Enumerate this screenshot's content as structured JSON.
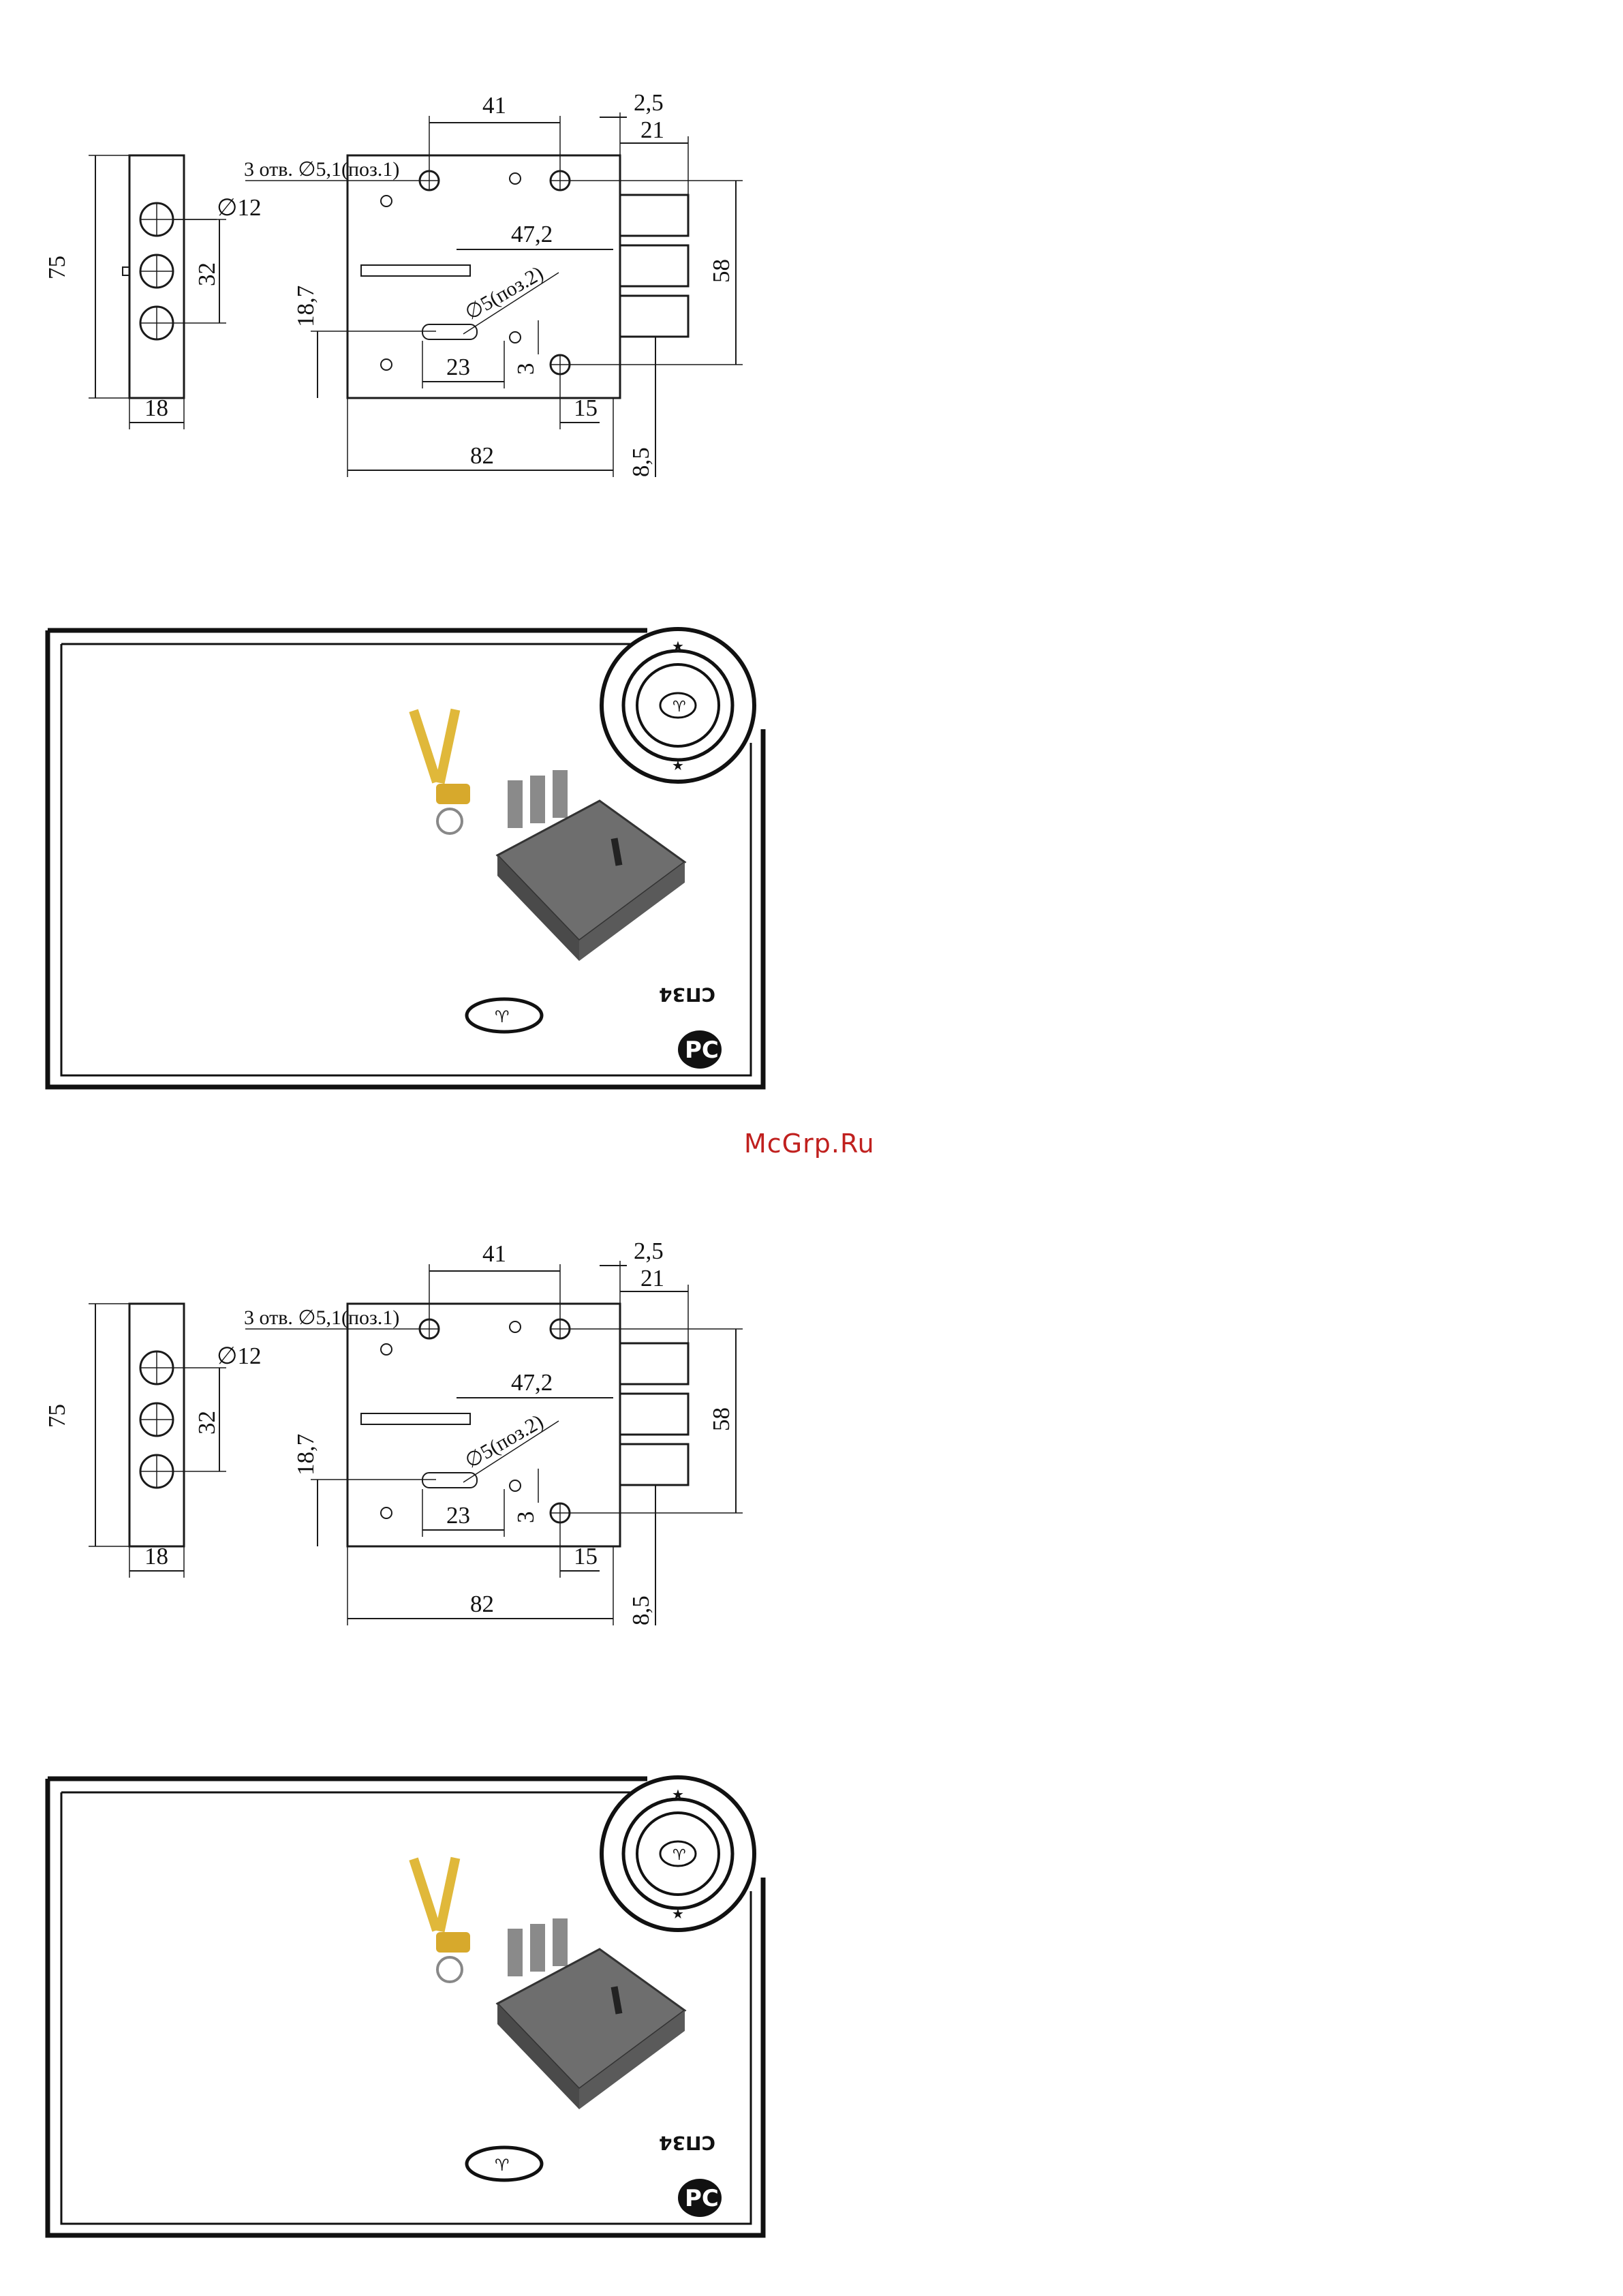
{
  "drawing": {
    "dims": {
      "height_total": "75",
      "width_side": "18",
      "hole_spacing": "32",
      "hole_dia": "∅12",
      "holes_note": "3 отв. ∅5,1(поз.1)",
      "top_span": "41",
      "offset_small": "2,5",
      "bolt_len": "21",
      "mid_span": "47,2",
      "pin_dia": "∅5(поз.2)",
      "left_height": "18,7",
      "slot_len": "23",
      "gap": "3",
      "right_offset": "15",
      "total_width": "82",
      "bolts_span": "58",
      "bottom_offset": "8,5"
    }
  },
  "package": {
    "cert_mark": "СП34"
  },
  "watermark": "McGrp.Ru",
  "colors": {
    "line": "#1a1a1a",
    "key_gold": "#e0b83a",
    "lock_body": "#6e6e6e",
    "watermark": "#c0201e"
  }
}
